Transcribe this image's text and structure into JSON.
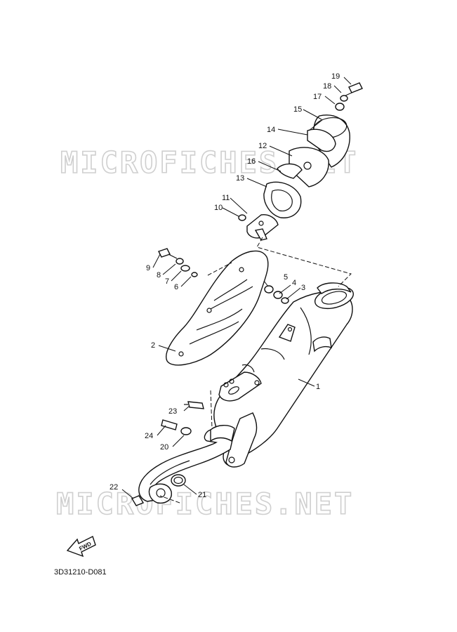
{
  "diagram": {
    "watermark_top": "MICROFICHES.NET",
    "watermark_bottom": "MICROFICHES.NET",
    "fwd_label": "FWD",
    "drawing_code": "3D31210-D081",
    "callouts": [
      {
        "id": "c19",
        "label": "19"
      },
      {
        "id": "c18",
        "label": "18"
      },
      {
        "id": "c17",
        "label": "17"
      },
      {
        "id": "c15",
        "label": "15"
      },
      {
        "id": "c14",
        "label": "14"
      },
      {
        "id": "c12",
        "label": "12"
      },
      {
        "id": "c16",
        "label": "16"
      },
      {
        "id": "c13",
        "label": "13"
      },
      {
        "id": "c11",
        "label": "11"
      },
      {
        "id": "c10",
        "label": "10"
      },
      {
        "id": "c9",
        "label": "9"
      },
      {
        "id": "c8",
        "label": "8"
      },
      {
        "id": "c7",
        "label": "7"
      },
      {
        "id": "c6",
        "label": "6"
      },
      {
        "id": "c5",
        "label": "5"
      },
      {
        "id": "c4",
        "label": "4"
      },
      {
        "id": "c3",
        "label": "3"
      },
      {
        "id": "c2",
        "label": "2"
      },
      {
        "id": "c1",
        "label": "1"
      },
      {
        "id": "c23",
        "label": "23"
      },
      {
        "id": "c24",
        "label": "24"
      },
      {
        "id": "c20",
        "label": "20"
      },
      {
        "id": "c22",
        "label": "22"
      },
      {
        "id": "c21",
        "label": "21"
      }
    ]
  }
}
